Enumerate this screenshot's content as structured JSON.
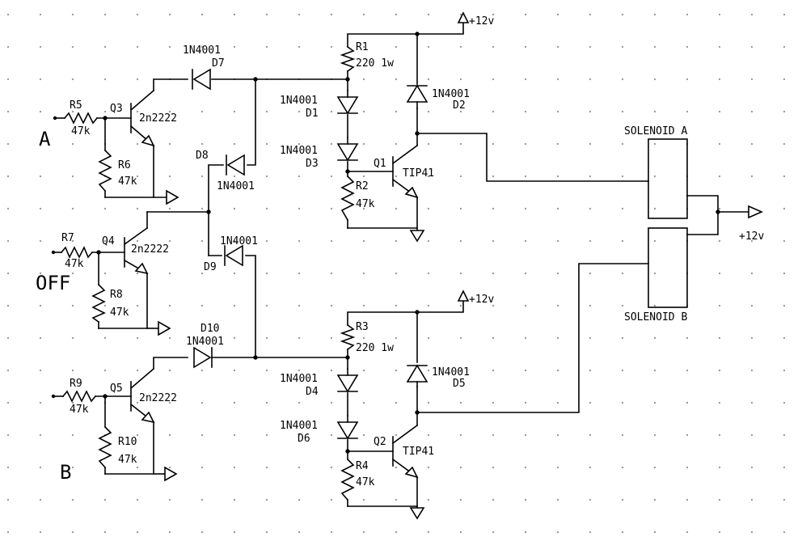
{
  "inputs": {
    "a": "A",
    "off": "OFF",
    "b": "B"
  },
  "resistors": {
    "r1": {
      "ref": "R1",
      "value": "220 1w"
    },
    "r2": {
      "ref": "R2",
      "value": "47k"
    },
    "r3": {
      "ref": "R3",
      "value": "220 1w"
    },
    "r4": {
      "ref": "R4",
      "value": "47k"
    },
    "r5": {
      "ref": "R5",
      "value": "47k"
    },
    "r6": {
      "ref": "R6",
      "value": "47k"
    },
    "r7": {
      "ref": "R7",
      "value": "47k"
    },
    "r8": {
      "ref": "R8",
      "value": "47k"
    },
    "r9": {
      "ref": "R9",
      "value": "47k"
    },
    "r10": {
      "ref": "R10",
      "value": "47k"
    }
  },
  "diodes": {
    "d1": {
      "ref": "D1",
      "part": "1N4001"
    },
    "d2": {
      "ref": "D2",
      "part": "1N4001"
    },
    "d3": {
      "ref": "D3",
      "part": "1N4001"
    },
    "d4": {
      "ref": "D4",
      "part": "1N4001"
    },
    "d5": {
      "ref": "D5",
      "part": "1N4001"
    },
    "d6": {
      "ref": "D6",
      "part": "1N4001"
    },
    "d7": {
      "ref": "D7",
      "part": "1N4001"
    },
    "d8": {
      "ref": "D8",
      "part": "1N4001"
    },
    "d9": {
      "ref": "D9",
      "part": "1N4001"
    },
    "d10": {
      "ref": "D10",
      "part": "1N4001"
    }
  },
  "transistors": {
    "q1": {
      "ref": "Q1",
      "part": "TIP41"
    },
    "q2": {
      "ref": "Q2",
      "part": "TIP41"
    },
    "q3": {
      "ref": "Q3",
      "part": "2n2222"
    },
    "q4": {
      "ref": "Q4",
      "part": "2n2222"
    },
    "q5": {
      "ref": "Q5",
      "part": "2n2222"
    }
  },
  "solenoids": {
    "a": "SOLENOID A",
    "b": "SOLENOID B"
  },
  "supplies": {
    "top": "+12v",
    "bottom": "+12v",
    "common": "+12v"
  }
}
